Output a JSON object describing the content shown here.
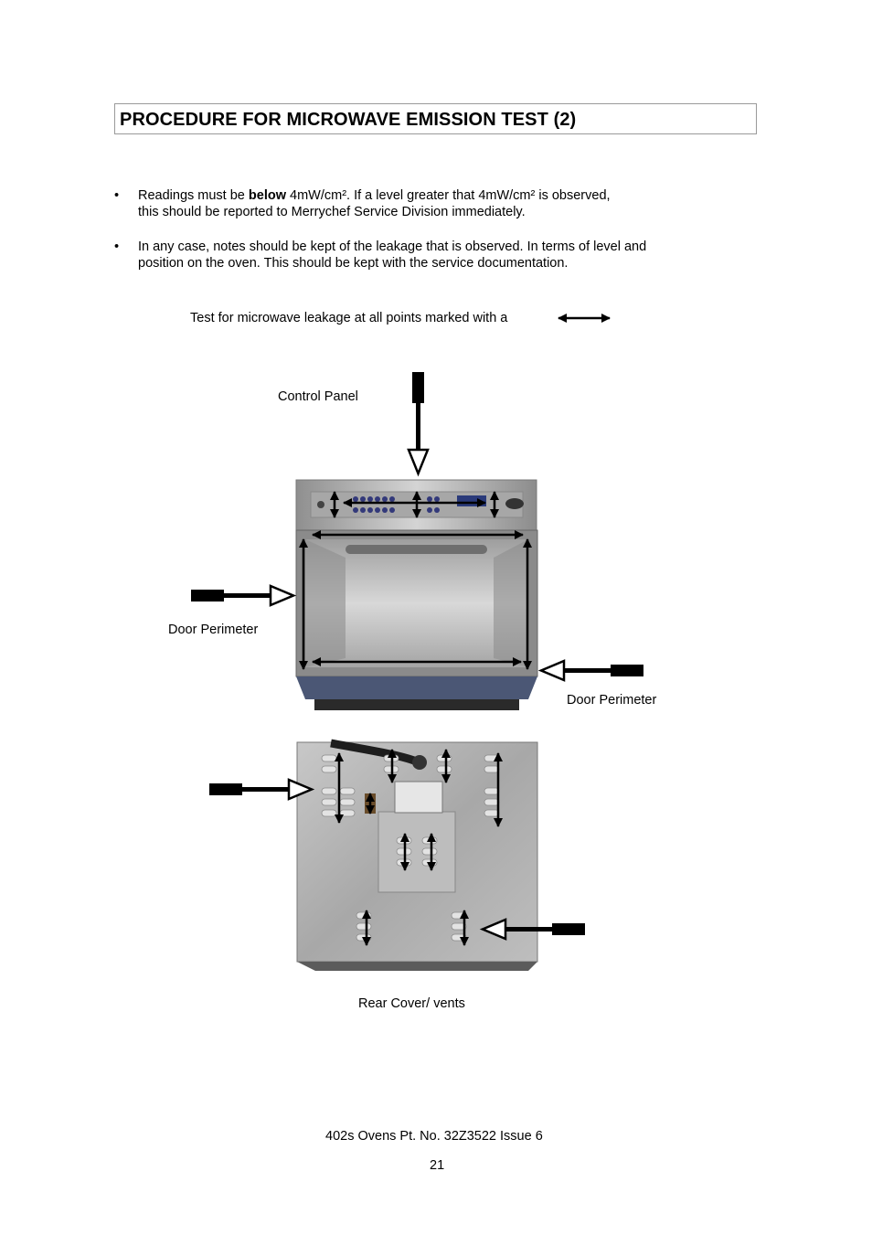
{
  "title": "PROCEDURE FOR MICROWAVE EMISSION TEST (2)",
  "bullets": [
    {
      "marker": "•",
      "line1_pre": "Readings must be ",
      "line1_bold": "below",
      "line1_post": " 4mW/cm². If a level greater that 4mW/cm² is observed,",
      "line2": "this should be reported to Merrychef Service Division immediately."
    },
    {
      "marker": "•",
      "line1": "In any case, notes should be kept of the leakage that is observed. In terms of level and",
      "line2": "position on the oven.  This should be kept with the service documentation."
    }
  ],
  "instruction": "Test for microwave leakage at all points marked with a",
  "labels": {
    "control_panel": "Control Panel",
    "door_perimeter_left": "Door Perimeter",
    "door_perimeter_right": "Door Perimeter",
    "rear_cover": "Rear Cover/ vents"
  },
  "footer": {
    "doc_ref": "402s Ovens Pt. No. 32Z3522  Issue 6",
    "page_number": "21"
  },
  "colors": {
    "stainless": "#b9b9b9",
    "arrow": "#000000",
    "title_border": "#9a9a9a"
  }
}
